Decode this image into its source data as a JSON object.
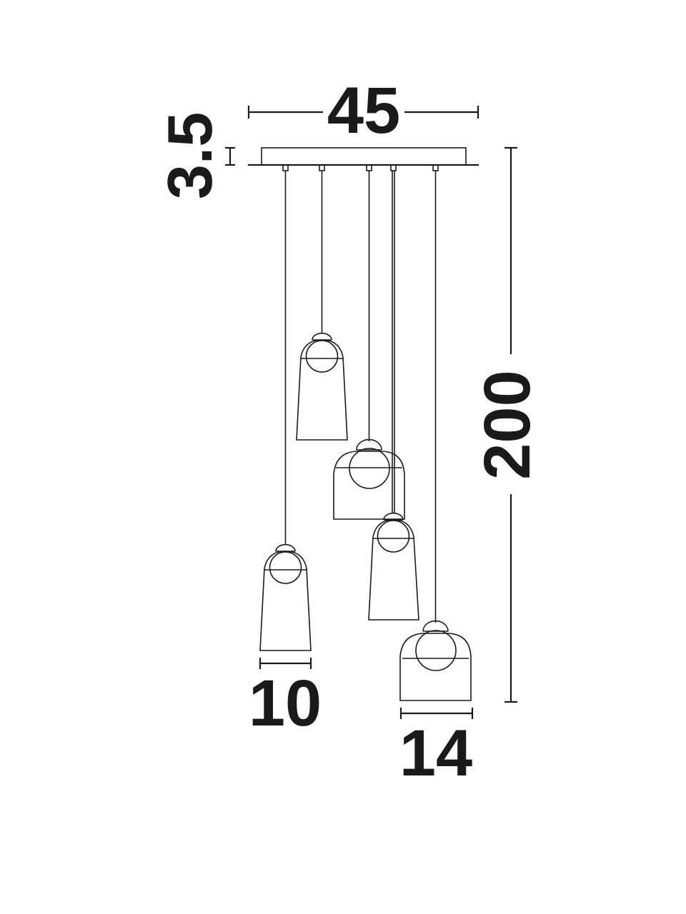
{
  "dimensions": {
    "canopy_width": "45",
    "canopy_height": "3.5",
    "total_height": "200",
    "small_shade_width": "10",
    "large_shade_width": "14"
  },
  "colors": {
    "line": "#1a1a1a",
    "background": "#ffffff"
  }
}
